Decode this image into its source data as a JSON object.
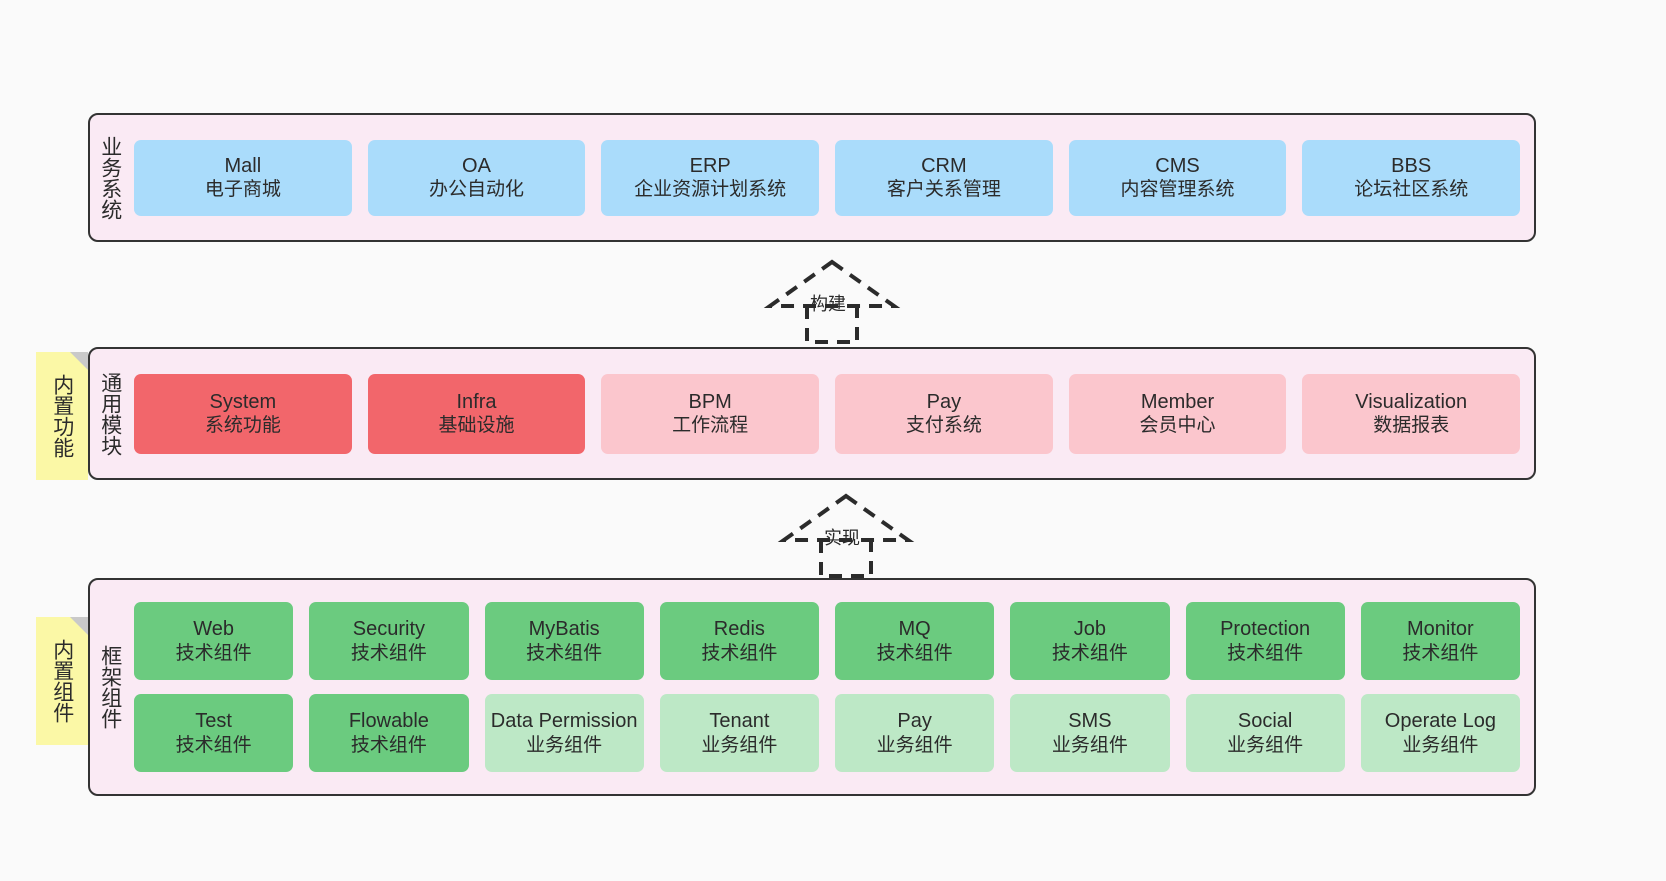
{
  "diagram": {
    "background_color": "#fafafa",
    "panel_color": "#faeaf4",
    "panel_border_color": "#333333",
    "note_color": "#fbf8a6"
  },
  "layers": {
    "business": {
      "title": "业务系统",
      "box_color": "#aadcfb",
      "modules": [
        {
          "name": "Mall",
          "desc": "电子商城"
        },
        {
          "name": "OA",
          "desc": "办公自动化"
        },
        {
          "name": "ERP",
          "desc": "企业资源计划系统"
        },
        {
          "name": "CRM",
          "desc": "客户关系管理"
        },
        {
          "name": "CMS",
          "desc": "内容管理系统"
        },
        {
          "name": "BBS",
          "desc": "论坛社区系统"
        }
      ]
    },
    "common": {
      "title": "通用模块",
      "note": "内置功能",
      "highlight_color": "#f2666b",
      "box_color": "#fbc6cd",
      "modules": [
        {
          "name": "System",
          "desc": "系统功能",
          "highlight": true
        },
        {
          "name": "Infra",
          "desc": "基础设施",
          "highlight": true
        },
        {
          "name": "BPM",
          "desc": "工作流程",
          "highlight": false
        },
        {
          "name": "Pay",
          "desc": "支付系统",
          "highlight": false
        },
        {
          "name": "Member",
          "desc": "会员中心",
          "highlight": false
        },
        {
          "name": "Visualization",
          "desc": "数据报表",
          "highlight": false
        }
      ]
    },
    "framework": {
      "title": "框架组件",
      "note": "内置组件",
      "tech_color": "#6bcb7f",
      "biz_color": "#bde8c6",
      "row1": [
        {
          "name": "Web",
          "desc": "技术组件"
        },
        {
          "name": "Security",
          "desc": "技术组件"
        },
        {
          "name": "MyBatis",
          "desc": "技术组件"
        },
        {
          "name": "Redis",
          "desc": "技术组件"
        },
        {
          "name": "MQ",
          "desc": "技术组件"
        },
        {
          "name": "Job",
          "desc": "技术组件"
        },
        {
          "name": "Protection",
          "desc": "技术组件"
        },
        {
          "name": "Monitor",
          "desc": "技术组件"
        }
      ],
      "row2": [
        {
          "name": "Test",
          "desc": "技术组件",
          "kind": "tech"
        },
        {
          "name": "Flowable",
          "desc": "技术组件",
          "kind": "tech"
        },
        {
          "name": "Data Permission",
          "desc": "业务组件",
          "kind": "biz"
        },
        {
          "name": "Tenant",
          "desc": "业务组件",
          "kind": "biz"
        },
        {
          "name": "Pay",
          "desc": "业务组件",
          "kind": "biz"
        },
        {
          "name": "SMS",
          "desc": "业务组件",
          "kind": "biz"
        },
        {
          "name": "Social",
          "desc": "业务组件",
          "kind": "biz"
        },
        {
          "name": "Operate Log",
          "desc": "业务组件",
          "kind": "biz"
        }
      ]
    }
  },
  "connectors": [
    {
      "label": "构建",
      "from": "common",
      "to": "business"
    },
    {
      "label": "实现",
      "from": "framework",
      "to": "common"
    }
  ]
}
